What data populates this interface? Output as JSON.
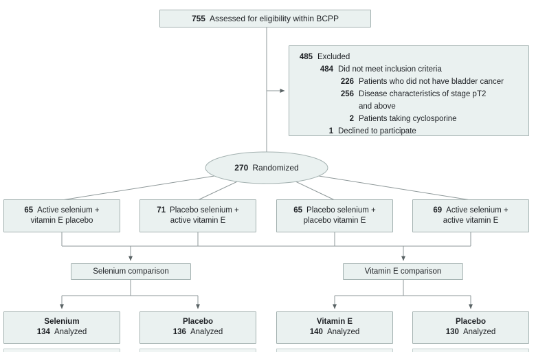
{
  "palette": {
    "box_fill": "#eaf1f0",
    "box_border": "#a3b1b0",
    "line": "#8d9798",
    "arrowhead": "#5a6365",
    "text": "#1d2024"
  },
  "top_box": {
    "n": "755",
    "label": "Assessed for eligibility within BCPP"
  },
  "excluded_box": {
    "rows": [
      {
        "n": "485",
        "text": "Excluded"
      },
      {
        "n": "484",
        "text": "Did not meet inclusion criteria"
      },
      {
        "n": "226",
        "text": "Patients who did not have bladder cancer"
      },
      {
        "n": "256",
        "text": "Disease characteristics of stage pT2 and above"
      },
      {
        "n": "2",
        "text": "Patients taking cyclosporine"
      },
      {
        "n": "1",
        "text": "Declined to participate"
      }
    ]
  },
  "randomized": {
    "n": "270",
    "label": "Randomized"
  },
  "arms": [
    {
      "n": "65",
      "line1": "Active selenium +",
      "line2": "vitamin E placebo"
    },
    {
      "n": "71",
      "line1": "Placebo selenium +",
      "line2": "active vitamin E"
    },
    {
      "n": "65",
      "line1": "Placebo selenium +",
      "line2": "placebo vitamin E"
    },
    {
      "n": "69",
      "line1": "Active selenium +",
      "line2": "active vitamin E"
    }
  ],
  "comparisons": [
    {
      "label": "Selenium comparison"
    },
    {
      "label": "Vitamin E comparison"
    }
  ],
  "analyzed": [
    {
      "group": "Selenium",
      "n": "134",
      "label": "Analyzed"
    },
    {
      "group": "Placebo",
      "n": "136",
      "label": "Analyzed"
    },
    {
      "group": "Vitamin E",
      "n": "140",
      "label": "Analyzed"
    },
    {
      "group": "Placebo",
      "n": "130",
      "label": "Analyzed"
    }
  ]
}
